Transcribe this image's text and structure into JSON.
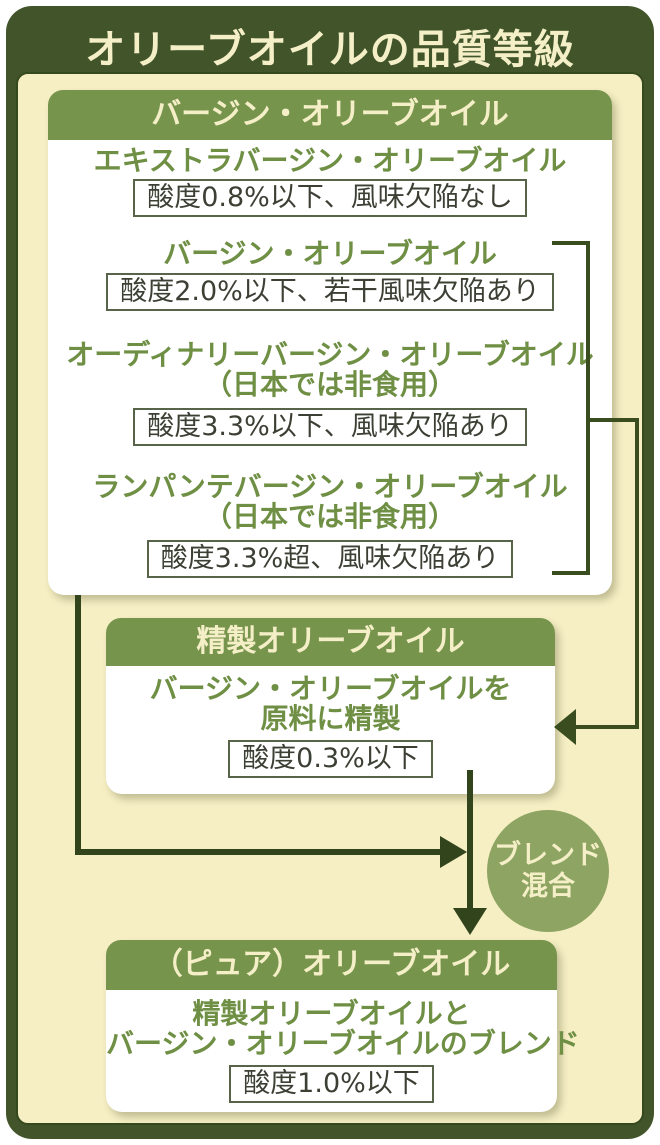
{
  "title": "オリーブオイルの品質等級",
  "colors": {
    "outer_green": "#42552a",
    "interior_cream": "#f6efc4",
    "header_olive": "#76944c",
    "grade_text_green": "#6f8f44",
    "circle_olive": "#8ea462",
    "connector_dark_green": "#31441b",
    "cream_text": "#f5efc8"
  },
  "virgin_group": {
    "header": "バージン・オリーブオイル",
    "grades": [
      {
        "name": "エキストラバージン・オリーブオイル",
        "acidity": "酸度0.8%以下、風味欠陥なし"
      },
      {
        "name": "バージン・オリーブオイル",
        "acidity": "酸度2.0%以下、若干風味欠陥あり"
      },
      {
        "name": "オーディナリーバージン・オリーブオイル",
        "note": "（日本では非食用）",
        "acidity": "酸度3.3%以下、風味欠陥あり"
      },
      {
        "name": "ランパンテバージン・オリーブオイル",
        "note": "（日本では非食用）",
        "acidity": "酸度3.3%超、風味欠陥あり"
      }
    ]
  },
  "refined": {
    "header": "精製オリーブオイル",
    "desc_line1": "バージン・オリーブオイルを",
    "desc_line2": "原料に精製",
    "acidity": "酸度0.3%以下"
  },
  "blend": {
    "line1": "ブレンド",
    "line2": "混合"
  },
  "pure": {
    "header": "（ピュア）オリーブオイル",
    "desc_line1": "精製オリーブオイルと",
    "desc_line2": "バージン・オリーブオイルのブレンド",
    "acidity": "酸度1.0%以下"
  }
}
